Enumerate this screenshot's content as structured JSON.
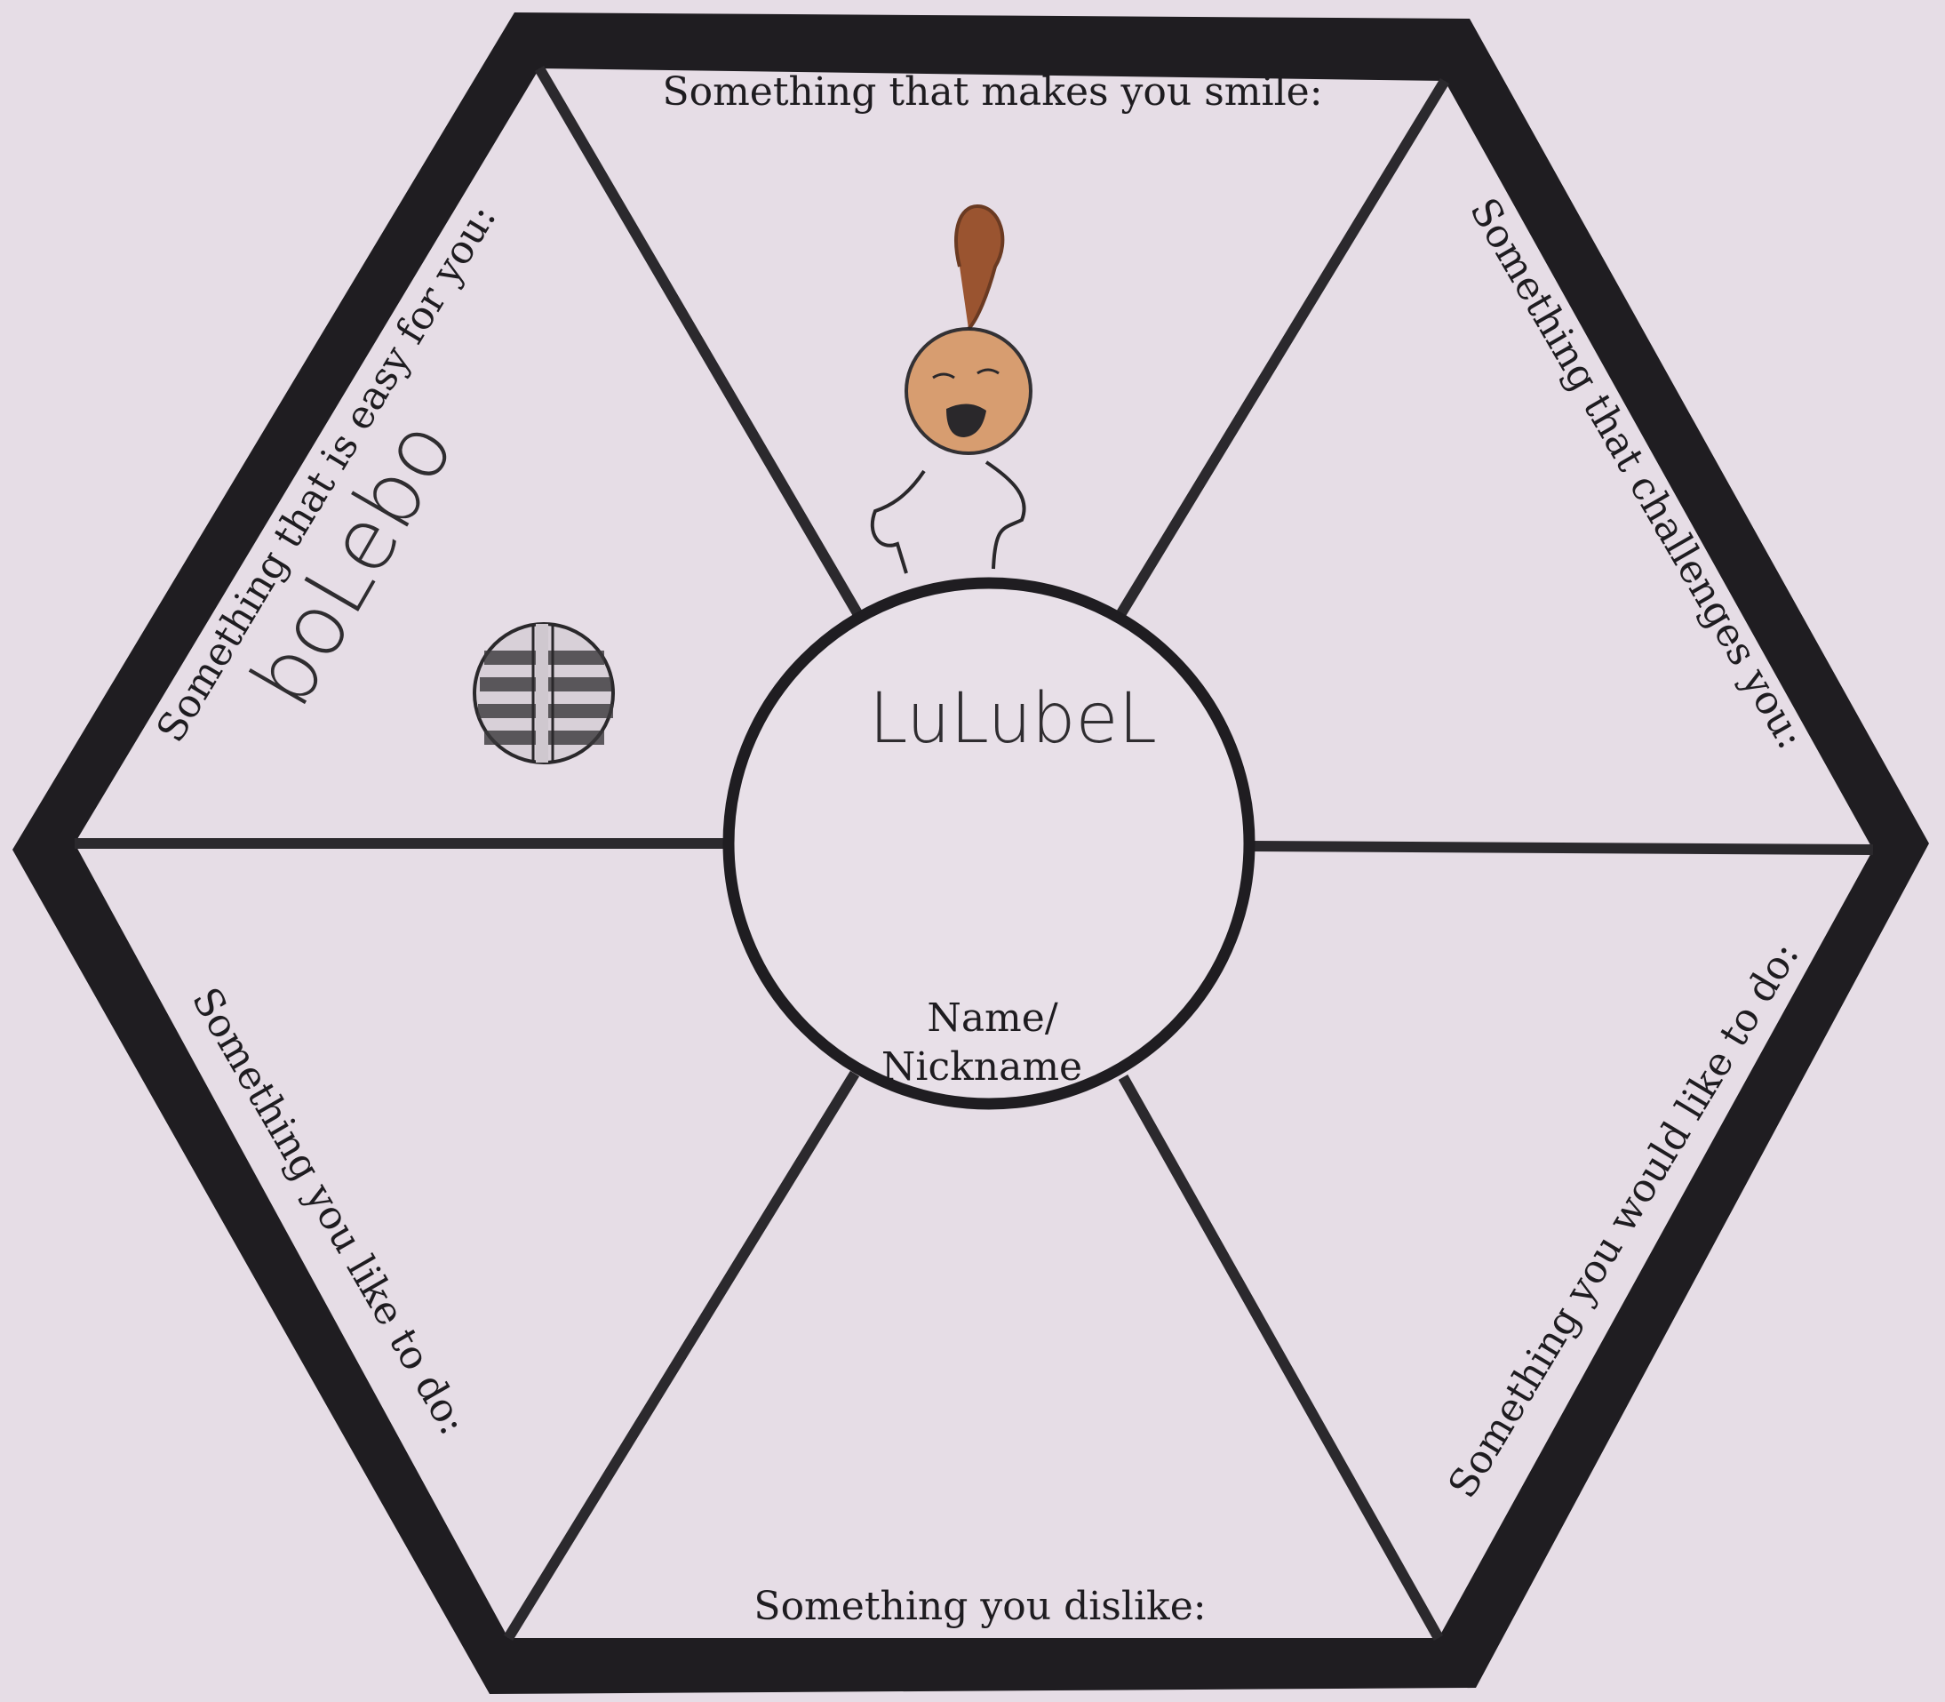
{
  "worksheet": {
    "sections": {
      "top": "Something that makes you smile:",
      "upper_right": "Something that challenges you:",
      "lower_right": "Something you would like to do:",
      "bottom": "Something you dislike:",
      "lower_left": "Something you like to do:",
      "upper_left": "Something that is easy for you:"
    },
    "center_label_line1": "Name/",
    "center_label_line2": "Nickname"
  },
  "handwriting": {
    "name": "LuLubeL",
    "easy_for_you": "boLebo"
  },
  "colors": {
    "paper": "#e6dde6",
    "ink": "#1e1c20",
    "crayon_orange": "#c27a45",
    "crayon_brown": "#8a4a2a"
  }
}
